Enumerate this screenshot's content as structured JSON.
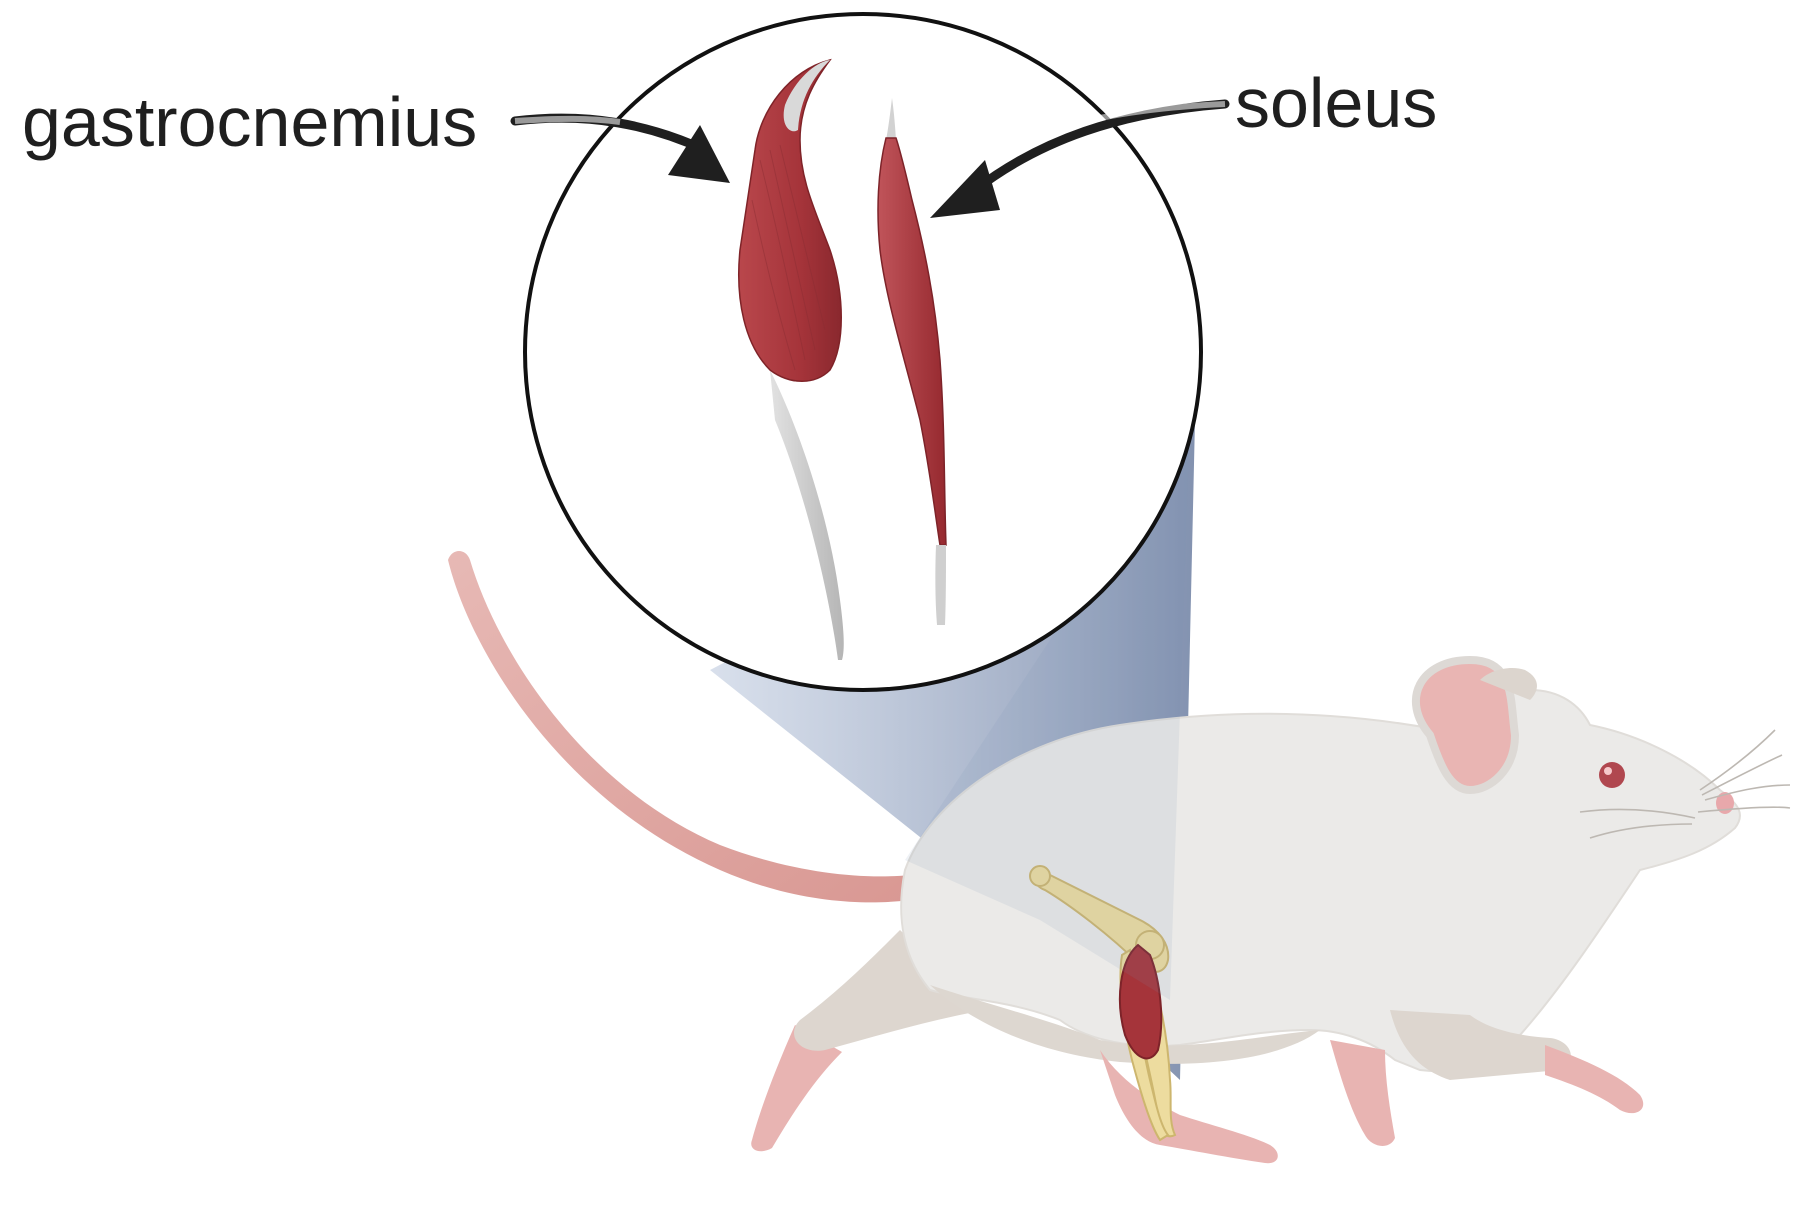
{
  "labels": {
    "gastrocnemius": "gastrocnemius",
    "soleus": "soleus"
  },
  "colors": {
    "muscle": "#a8343a",
    "muscle_dark": "#8c2a30",
    "tendon": "#c9c9c9",
    "mouse_body": "#ecebe9",
    "mouse_shadow": "#d9d3cc",
    "mouse_pink": "#e8b0ae",
    "tail": "#dea39f",
    "bone": "#e9d8a0",
    "magnifier_beam": "#7f93b5",
    "circle_stroke": "#111111",
    "arrow": "#1f1f1f"
  },
  "icons": [
    "magnifier-circle",
    "arrow-icon",
    "mouse-illustration",
    "leg-bone",
    "muscle"
  ]
}
